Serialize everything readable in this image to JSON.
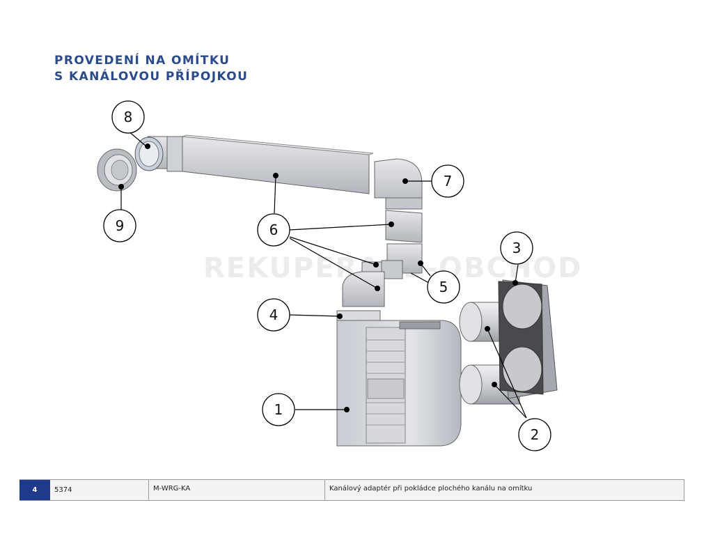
{
  "heading": {
    "line1": "PROVEDENÍ NA OMÍTKU",
    "line2": "S KANÁLOVOU PŘÍPOJKOU"
  },
  "watermark": "REKUPERACE–OBCHOD",
  "callouts": [
    "1",
    "2",
    "3",
    "4",
    "5",
    "6",
    "7",
    "8",
    "9"
  ],
  "table": {
    "page_number": "4",
    "code": "5374",
    "name": "M-WRG-KA",
    "description": "Kanálový adaptér při pokládce plochého kanálu na omítku"
  },
  "colors": {
    "heading": "#2b4a8c",
    "page_badge": "#1e3a8c"
  }
}
